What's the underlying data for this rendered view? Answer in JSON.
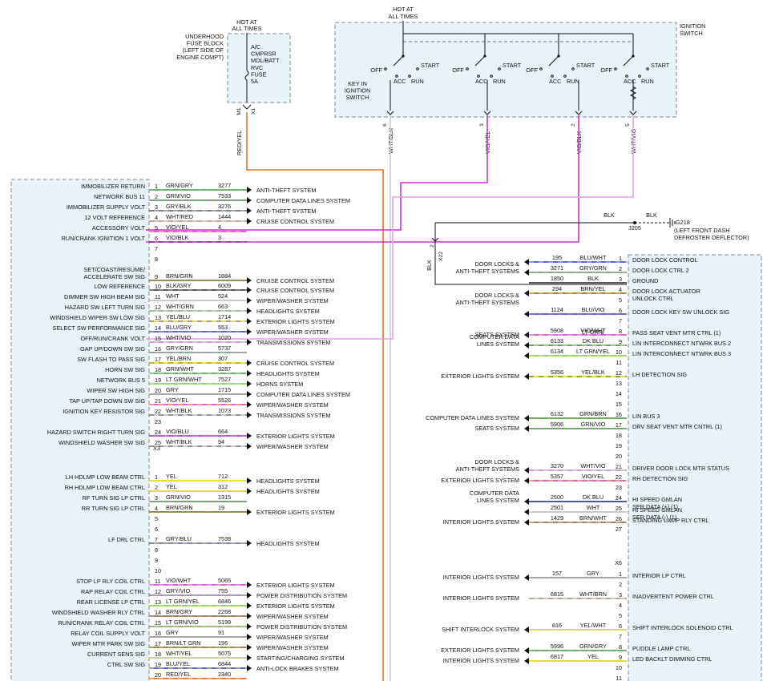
{
  "fuse": {
    "hot": [
      "HOT AT",
      "ALL TIMES"
    ],
    "block": [
      "UNDERHOOD",
      "FUSE BLOCK",
      "(LEFT SIDE OF",
      "ENGINE COMPT)"
    ],
    "desc": [
      "A/C",
      "CMPRSR",
      "MDL/BATT",
      "RVC",
      "FUSE",
      "5A"
    ],
    "pin": "M1",
    "conn": "X1",
    "wire": "RED/YEL"
  },
  "ign": {
    "hot": [
      "HOT AT",
      "ALL TIMES"
    ],
    "title": [
      "IGNITION",
      "SWITCH"
    ],
    "key": [
      "KEY IN",
      "IGNITION",
      "SWITCH"
    ],
    "off": "OFF",
    "acc": "ACC",
    "run": "RUN",
    "start": "START",
    "pins": [
      "6",
      "3",
      "2",
      "5"
    ],
    "wires": [
      "WHT/BLK",
      "VIO/YEL",
      "VIO/BLK",
      "WHT/VIO"
    ]
  },
  "ground": {
    "wire1": "BLK",
    "wire2": "BLK",
    "splice": "J205",
    "g": "G218",
    "loc": [
      "(LEFT FRONT DASH",
      "DEFROSTER DEFLECTOR)"
    ],
    "pin": "2",
    "conn": "X22",
    "wire3": "BLK"
  },
  "left": {
    "conn1": "X3",
    "rows1": [
      {
        "n": "1",
        "label": "IMMOBILIZER RETURN",
        "wire": "GRN/GRY",
        "ckt": "3277",
        "sys": "ANTI-THEFT SYSTEM"
      },
      {
        "n": "2",
        "label": "NETWORK BUS 11",
        "wire": "GRN/VIO",
        "ckt": "7533",
        "sys": "COMPUTER DATA LINES SYSTEM"
      },
      {
        "n": "3",
        "label": "IMMOBILIZER SUPPLY VOLT",
        "wire": "GRY/BLK",
        "ckt": "3276",
        "sys": "ANTI-THEFT SYSTEM"
      },
      {
        "n": "4",
        "label": "12 VOLT REFERENCE",
        "wire": "WHT/RED",
        "ckt": "1444",
        "sys": "CRUISE CONTROL SYSTEM"
      },
      {
        "n": "5",
        "label": "ACCESSORY VOLT",
        "wire": "VIO/YEL",
        "ckt": "4",
        "sys": ""
      },
      {
        "n": "6",
        "label": "RUN/CRANK IGNITION 1 VOLT",
        "wire": "VIO/BLK",
        "ckt": "3",
        "sys": ""
      },
      {
        "n": "7",
        "label": "",
        "wire": "",
        "ckt": "",
        "sys": ""
      },
      {
        "n": "8",
        "label": "",
        "wire": "",
        "ckt": "",
        "sys": ""
      },
      {
        "n": "9",
        "label": "SET/COAST/RESUME/",
        "label2": "ACCELERATE SW SIG",
        "wire": "BRN/GRN",
        "ckt": "1884",
        "sys": "CRUISE CONTROL SYSTEM"
      },
      {
        "n": "10",
        "label": "LOW REFERENCE",
        "wire": "BLK/GRY",
        "ckt": "6009",
        "sys": "CRUISE CONTROL SYSTEM"
      },
      {
        "n": "11",
        "label": "DIMMER SW HIGH BEAM SIG",
        "wire": "WHT",
        "ckt": "524",
        "sys": "WIPER/WASHER SYSTEM"
      },
      {
        "n": "12",
        "label": "HAZARD SW LEFT TURN SIG",
        "wire": "WHT/GRN",
        "ckt": "663",
        "sys": "HEADLIGHTS SYSTEM"
      },
      {
        "n": "13",
        "label": "WINDSHIELD WIPER SW LOW SIG",
        "wire": "YEL/BLU",
        "ckt": "1714",
        "sys": "EXTERIOR LIGHTS SYSTEM"
      },
      {
        "n": "14",
        "label": "SELECT SW PERFORMANCE SIG",
        "wire": "BLU/GRY",
        "ckt": "553",
        "sys": "WIPER/WASHER SYSTEM"
      },
      {
        "n": "15",
        "label": "OFF/RUN/CRANK VOLT",
        "wire": "WHT/VIO",
        "ckt": "1020",
        "sys": "TRANSMISSIONS SYSTEM"
      },
      {
        "n": "16",
        "label": "GAP UP/DOWN SW SIG",
        "wire": "GRY/GRN",
        "ckt": "5737",
        "sys": ""
      },
      {
        "n": "17",
        "label": "SW FLASH TO PASS SIG",
        "wire": "YEL/BRN",
        "ckt": "307",
        "sys": "CRUISE CONTROL SYSTEM"
      },
      {
        "n": "18",
        "label": "HORN SW SIG",
        "wire": "GRN/WHT",
        "ckt": "3287",
        "sys": "HEADLIGHTS SYSTEM"
      },
      {
        "n": "19",
        "label": "NETWORK BUS 5",
        "wire": "LT GRN/WHT",
        "ckt": "7527",
        "sys": "HORNS SYSTEM"
      },
      {
        "n": "20",
        "label": "WIPER SW HIGH SIG",
        "wire": "GRY",
        "ckt": "1715",
        "sys": "COMPUTER DATA LINES SYSTEM"
      },
      {
        "n": "21",
        "label": "TAP UP/TAP DOWN SW SIG",
        "wire": "VIO/YEL",
        "ckt": "5526",
        "sys": "WIPER/WASHER SYSTEM"
      },
      {
        "n": "22",
        "label": "IGNITION KEY RESISTOR SIG",
        "wire": "WHT/BLK",
        "ckt": "1073",
        "sys": "TRANSMISSIONS SYSTEM"
      },
      {
        "n": "23",
        "label": "",
        "wire": "",
        "ckt": "",
        "sys": ""
      },
      {
        "n": "24",
        "label": "HAZARD SWITCH RIGHT TURN SIG",
        "wire": "VIO/BLU",
        "ckt": "664",
        "sys": "EXTERIOR LIGHTS SYSTEM"
      },
      {
        "n": "25",
        "label": "WINDSHIELD WASHER SW SIG",
        "wire": "WHT/BLK",
        "ckt": "94",
        "sys": "WIPER/WASHER SYSTEM"
      }
    ],
    "rows2": [
      {
        "n": "1",
        "label": "LH HDLMP LOW BEAM CTRL",
        "wire": "YEL",
        "ckt": "712",
        "sys": "HEADLIGHTS SYSTEM"
      },
      {
        "n": "2",
        "label": "RH HDLMP LOW BEAM CTRL",
        "wire": "YEL",
        "ckt": "312",
        "sys": "HEADLIGHTS SYSTEM"
      },
      {
        "n": "3",
        "label": "RF TURN SIG LP CTRL",
        "wire": "GRN/VIO",
        "ckt": "1315",
        "sys": ""
      },
      {
        "n": "4",
        "label": "RR TURN SIG LP CTRL",
        "wire": "BRN/GRN",
        "ckt": "19",
        "sys": "EXTERIOR LIGHTS SYSTEM"
      },
      {
        "n": "5",
        "label": "",
        "wire": "",
        "ckt": "",
        "sys": ""
      },
      {
        "n": "6",
        "label": "",
        "wire": "",
        "ckt": "",
        "sys": ""
      },
      {
        "n": "7",
        "label": "LF DRL CTRL",
        "wire": "GRY/BLU",
        "ckt": "7538",
        "sys": "HEADLIGHTS SYSTEM"
      },
      {
        "n": "8",
        "label": "",
        "wire": "",
        "ckt": "",
        "sys": ""
      },
      {
        "n": "9",
        "label": "",
        "wire": "",
        "ckt": "",
        "sys": ""
      },
      {
        "n": "10",
        "label": "",
        "wire": "",
        "ckt": "",
        "sys": ""
      },
      {
        "n": "11",
        "label": "STOP LP RLY COIL CTRL",
        "wire": "VIO/WHT",
        "ckt": "5065",
        "sys": "EXTERIOR LIGHTS SYSTEM"
      },
      {
        "n": "12",
        "label": "RAP RELAY COIL CTRL",
        "wire": "GRY/VIO",
        "ckt": "755",
        "sys": "POWER DISTRIBUTION SYSTEM"
      },
      {
        "n": "13",
        "label": "REAR LICENSE LP CTRL",
        "wire": "LT GRN/YEL",
        "ckt": "6846",
        "sys": "EXTERIOR LIGHTS SYSTEM"
      },
      {
        "n": "14",
        "label": "WINDSHIELD WASHER RLY CTRL",
        "wire": "BRN/GRY",
        "ckt": "2268",
        "sys": "WIPER/WASHER SYSTEM"
      },
      {
        "n": "15",
        "label": "RUN/CRANK RELAY COIL CTRL",
        "wire": "LT GRN/VIO",
        "ckt": "5199",
        "sys": "POWER DISTRIBUTION SYSTEM"
      },
      {
        "n": "16",
        "label": "RELAY COIL SUPPLY VOLT",
        "wire": "GRY",
        "ckt": "91",
        "sys": "WIPER/WASHER SYSTEM"
      },
      {
        "n": "17",
        "label": "WIPER MTR PARK SW SIG",
        "wire": "BRN/LT GRN",
        "ckt": "196",
        "sys": "WIPER/WASHER SYSTEM"
      },
      {
        "n": "18",
        "label": "CURRENT SENS SIG",
        "wire": "WHT/YEL",
        "ckt": "5075",
        "sys": "STARTING/CHARGING SYSTEM"
      },
      {
        "n": "19",
        "label": "CTRL SW SIG",
        "wire": "BLU/YEL",
        "ckt": "6844",
        "sys": "ANTI-LOCK BRAKES SYSTEM"
      },
      {
        "n": "20",
        "label": "",
        "wire": "RED/YEL",
        "ckt": "2340",
        "sys": ""
      }
    ]
  },
  "right": {
    "conn": "X6",
    "rows1": [
      {
        "n": "1",
        "label": "DOOR LOCK CONTROL",
        "wire": "BLU/WHT",
        "ckt": "195",
        "sys": ""
      },
      {
        "n": "2",
        "label": "DOOR LOCK CTRL 2",
        "wire": "GRY/GRN",
        "ckt": "3271",
        "sys": "DOOR LOCKS &|ANTI-THEFT SYSTEMS"
      },
      {
        "n": "3",
        "label": "GROUND",
        "wire": "BLK",
        "ckt": "1850",
        "sys": ""
      },
      {
        "n": "4",
        "label": "DOOR LOCK ACTUATOR",
        "label2": "UNLOCK CTRL",
        "wire": "BRN/YEL",
        "ckt": "294",
        "sys": ""
      },
      {
        "n": "5",
        "label": "",
        "wire": "",
        "ckt": "",
        "sys": "DOOR LOCKS &|ANTI-THEFT SYSTEMS"
      },
      {
        "n": "6",
        "label": "DOOR LOCK KEY SW UNLOCK SIG",
        "wire": "BLU/VIO",
        "ckt": "1124",
        "sys": ""
      },
      {
        "n": "7",
        "label": "",
        "wire": "",
        "ckt": "",
        "sys": ""
      },
      {
        "n": "8",
        "label": "PASS SEAT VENT MTR CTRL (1)",
        "wire": "VIO/WHT",
        "ckt": "5908",
        "sys": "SEATS SYSTEM"
      },
      {
        "n": "9",
        "label": "LIN INTERCONNECT NTWRK BUS 2",
        "wire": "LT GRN/|DK BLU",
        "ckt": "6133",
        "sys": "COMPUTER DATA|LINES SYSTEM"
      },
      {
        "n": "10",
        "label": "LIN INTERCONNECT NTWRK BUS 3",
        "wire": "LT GRN/YEL",
        "ckt": "6134",
        "sys": ""
      },
      {
        "n": "11",
        "label": "",
        "wire": "",
        "ckt": "",
        "sys": ""
      },
      {
        "n": "12",
        "label": "LH DETECTION SIG",
        "wire": "YEL/BLK",
        "ckt": "5356",
        "sys": "EXTERIOR LIGHTS SYSTEM"
      },
      {
        "n": "13",
        "label": "",
        "wire": "",
        "ckt": "",
        "sys": ""
      },
      {
        "n": "14",
        "label": "",
        "wire": "",
        "ckt": "",
        "sys": ""
      },
      {
        "n": "15",
        "label": "",
        "wire": "",
        "ckt": "",
        "sys": ""
      },
      {
        "n": "16",
        "label": "LIN BUS 3",
        "wire": "GRN/BRN",
        "ckt": "6132",
        "sys": "COMPUTER DATA LINES SYSTEM"
      },
      {
        "n": "17",
        "label": "DRV SEAT VENT MTR CNTRL (1)",
        "wire": "GRN/VIO",
        "ckt": "5906",
        "sys": "SEATS SYSTEM"
      },
      {
        "n": "18",
        "label": "",
        "wire": "",
        "ckt": "",
        "sys": ""
      },
      {
        "n": "19",
        "label": "",
        "wire": "",
        "ckt": "",
        "sys": ""
      },
      {
        "n": "20",
        "label": "",
        "wire": "",
        "ckt": "",
        "sys": ""
      },
      {
        "n": "21",
        "label": "DRIVER DOOR LOCK MTR STATUS",
        "wire": "WHT/VIO",
        "ckt": "3270",
        "sys": "DOOR LOCKS &|ANTI-THEFT SYSTEMS"
      },
      {
        "n": "22",
        "label": "RH DETECTION SIG",
        "wire": "VIO/YEL",
        "ckt": "5357",
        "sys": "EXTERIOR LIGHTS SYSTEM"
      },
      {
        "n": "23",
        "label": "",
        "wire": "",
        "ckt": "",
        "sys": ""
      },
      {
        "n": "24",
        "label": "HI SPEED GMLAN",
        "label2": "SER DATA (+) (1)",
        "wire": "DK BLU",
        "ckt": "2500",
        "sys": "COMPUTER DATA|LINES SYSTEM"
      },
      {
        "n": "25",
        "label": "HI SPEED GMLAN",
        "label2": "SER DATA (-) (1)",
        "wire": "WHT",
        "ckt": "2501",
        "sys": ""
      },
      {
        "n": "26",
        "label": "STANDING LAMP RLY CTRL",
        "wire": "BRN/WHT",
        "ckt": "1429",
        "sys": "INTERIOR LIGHTS SYSTEM"
      },
      {
        "n": "27",
        "label": "",
        "wire": "",
        "ckt": "",
        "sys": ""
      }
    ],
    "rows2": [
      {
        "n": "1",
        "label": "INTERIOR LP CTRL",
        "wire": "GRY",
        "ckt": "157",
        "sys": "INTERIOR LIGHTS SYSTEM"
      },
      {
        "n": "2",
        "label": "",
        "wire": "",
        "ckt": "",
        "sys": ""
      },
      {
        "n": "3",
        "label": "INADVERTENT POWER CTRL",
        "wire": "WHT/BRN",
        "ckt": "6815",
        "sys": "INTERIOR LIGHTS SYSTEM"
      },
      {
        "n": "4",
        "label": "",
        "wire": "",
        "ckt": "",
        "sys": ""
      },
      {
        "n": "5",
        "label": "",
        "wire": "",
        "ckt": "",
        "sys": ""
      },
      {
        "n": "6",
        "label": "SHIFT INTERLOCK SOLENOID CTRL",
        "wire": "YEL/WHT",
        "ckt": "816",
        "sys": "SHIFT INTERLOCK SYSTEM"
      },
      {
        "n": "7",
        "label": "",
        "wire": "",
        "ckt": "",
        "sys": ""
      },
      {
        "n": "8",
        "label": "PUDDLE LAMP CTRL",
        "wire": "GRN/GRY",
        "ckt": "5996",
        "sys": "EXTERIOR LIGHTS SYSTEM"
      },
      {
        "n": "9",
        "label": "LED BACKLT DIMMING CTRL",
        "wire": "YEL",
        "ckt": "6817",
        "sys": "INTERIOR LIGHTS SYSTEM"
      },
      {
        "n": "10",
        "label": "",
        "wire": "",
        "ckt": "",
        "sys": ""
      },
      {
        "n": "11",
        "label": "",
        "wire": "",
        "ckt": "",
        "sys": ""
      }
    ]
  },
  "wire_colors": {
    "RED": "#e8451c",
    "ORN": "#e8731c",
    "WHT": "#b9b9b9",
    "VIO": "#d12fd1",
    "GRN": "#2a9d2a",
    "GRY": "#8a8a8a",
    "BLK": "#222222",
    "BLU": "#2233cc",
    "YEL": "#e4d000",
    "BRN": "#8a5a1c",
    "LTGRN": "#66cc33",
    "DKBLU": "#1a1a8a"
  }
}
